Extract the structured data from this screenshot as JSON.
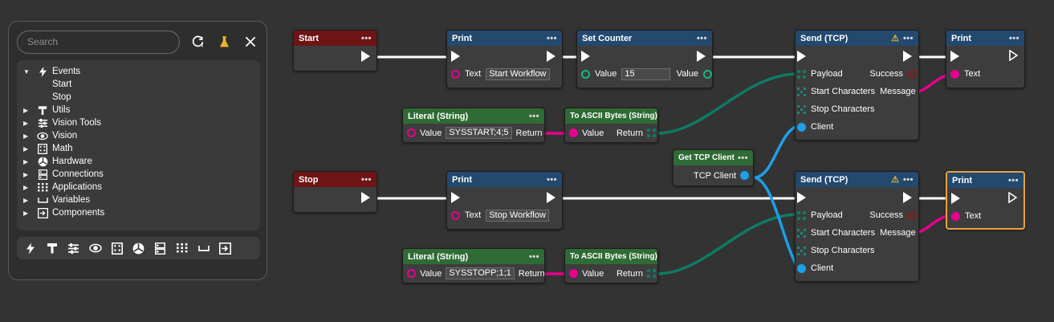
{
  "app": {
    "canvas_bg": "#333333",
    "accent_selection": "#e8a33d",
    "exec_wire_color": "#ffffff",
    "data_wire_magenta": "#e6008f",
    "data_wire_teal": "#0e7a66",
    "data_wire_blue": "#1e9fe8"
  },
  "palette": {
    "search": {
      "placeholder": "Search",
      "value": ""
    },
    "icons": [
      {
        "name": "refresh-alert-icon",
        "glyph": "refresh"
      },
      {
        "name": "flask-icon",
        "glyph": "flask",
        "color": "#f0b429"
      },
      {
        "name": "close-icon",
        "glyph": "close"
      }
    ],
    "tree": [
      {
        "label": "Events",
        "icon": "bolt-icon",
        "expanded": true,
        "depth": 0
      },
      {
        "label": "Start",
        "icon": "",
        "leaf": true,
        "depth": 1
      },
      {
        "label": "Stop",
        "icon": "",
        "leaf": true,
        "depth": 1
      },
      {
        "label": "Utils",
        "icon": "hammer-icon",
        "expanded": false,
        "depth": 0
      },
      {
        "label": "Vision Tools",
        "icon": "sliders-icon",
        "expanded": false,
        "depth": 0
      },
      {
        "label": "Vision",
        "icon": "eye-icon",
        "expanded": false,
        "depth": 0
      },
      {
        "label": "Math",
        "icon": "calculator-icon",
        "expanded": false,
        "depth": 0
      },
      {
        "label": "Hardware",
        "icon": "aperture-icon",
        "expanded": false,
        "depth": 0
      },
      {
        "label": "Connections",
        "icon": "server-icon",
        "expanded": false,
        "depth": 0
      },
      {
        "label": "Applications",
        "icon": "grid-icon",
        "expanded": false,
        "depth": 0
      },
      {
        "label": "Variables",
        "icon": "variable-icon",
        "expanded": false,
        "depth": 0
      },
      {
        "label": "Components",
        "icon": "component-icon",
        "expanded": false,
        "depth": 0
      }
    ],
    "toolbar": [
      {
        "name": "bolt-icon"
      },
      {
        "name": "hammer-icon"
      },
      {
        "name": "sliders-icon"
      },
      {
        "name": "eye-icon"
      },
      {
        "name": "calculator-icon"
      },
      {
        "name": "aperture-icon"
      },
      {
        "name": "server-icon"
      },
      {
        "name": "grid-icon"
      },
      {
        "name": "variable-icon"
      },
      {
        "name": "component-icon"
      }
    ]
  },
  "graph": {
    "nodes": {
      "start": {
        "title": "Start",
        "menu": "•••"
      },
      "print_start": {
        "title": "Print",
        "menu": "•••",
        "text_label": "Text",
        "text_value": "Start Workflow"
      },
      "set_counter": {
        "title": "Set Counter",
        "menu": "•••",
        "in_label": "Value",
        "in_value": "15",
        "out_label": "Value"
      },
      "send_tcp_1": {
        "title": "Send (TCP)",
        "menu": "•••",
        "warning": "⚠",
        "in_payload": "Payload",
        "in_start_chars": "Start Characters",
        "in_stop_chars": "Stop Characters",
        "in_client": "Client",
        "out_success": "Success",
        "out_message": "Message"
      },
      "print_top": {
        "title": "Print",
        "menu": "•••",
        "text_label": "Text"
      },
      "literal_1": {
        "title": "Literal (String)",
        "menu": "•••",
        "in_label": "Value",
        "in_value": "SYSSTART;4;5",
        "out_label": "Return"
      },
      "ascii_1": {
        "title": "To ASCII Bytes (String)",
        "menu": "•••",
        "in_label": "Value",
        "out_label": "Return"
      },
      "get_client": {
        "title": "Get TCP Client",
        "menu": "•••",
        "out_label": "TCP Client"
      },
      "stop": {
        "title": "Stop",
        "menu": "•••"
      },
      "print_stop": {
        "title": "Print",
        "menu": "•••",
        "text_label": "Text",
        "text_value": "Stop Workflow"
      },
      "send_tcp_2": {
        "title": "Send (TCP)",
        "menu": "•••",
        "warning": "⚠",
        "in_payload": "Payload",
        "in_start_chars": "Start Characters",
        "in_stop_chars": "Stop Characters",
        "in_client": "Client",
        "out_success": "Success",
        "out_message": "Message"
      },
      "print_bottom": {
        "title": "Print",
        "menu": "•••",
        "text_label": "Text",
        "selected": true
      },
      "literal_2": {
        "title": "Literal (String)",
        "menu": "•••",
        "in_label": "Value",
        "in_value": "SYSSTOPP;1;1",
        "out_label": "Return"
      },
      "ascii_2": {
        "title": "To ASCII Bytes (String)",
        "menu": "•••",
        "in_label": "Value",
        "out_label": "Return"
      }
    }
  }
}
